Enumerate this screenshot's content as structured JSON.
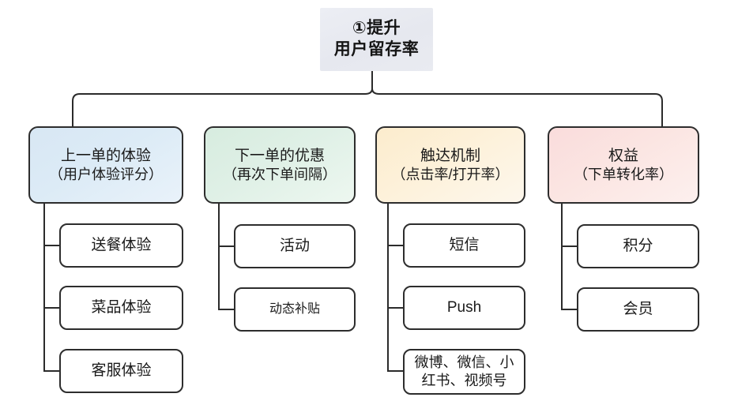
{
  "diagram": {
    "type": "tree-mindmap",
    "root": {
      "line1": "①提升",
      "line2": "用户留存率",
      "color": "#e8eaf1"
    },
    "categories": [
      {
        "title": "上一单的体验",
        "subtitle": "（用户体验评分）",
        "color": "#dceaf6",
        "children": [
          {
            "label": "送餐体验"
          },
          {
            "label": "菜品体验"
          },
          {
            "label": "客服体验"
          }
        ]
      },
      {
        "title": "下一单的优惠",
        "subtitle": "（再次下单间隔）",
        "color": "#ddeee5",
        "children": [
          {
            "label": "活动"
          },
          {
            "label": "动态补贴"
          }
        ]
      },
      {
        "title": "触达机制",
        "subtitle": "（点击率/打开率）",
        "color": "#fcefd8",
        "children": [
          {
            "label": "短信"
          },
          {
            "label": "Push"
          },
          {
            "label": "微博、微信、小\n红书、视频号"
          }
        ]
      },
      {
        "title": "权益",
        "subtitle": "（下单转化率）",
        "color": "#fbe3e0",
        "children": [
          {
            "label": "积分"
          },
          {
            "label": "会员"
          }
        ]
      }
    ]
  }
}
